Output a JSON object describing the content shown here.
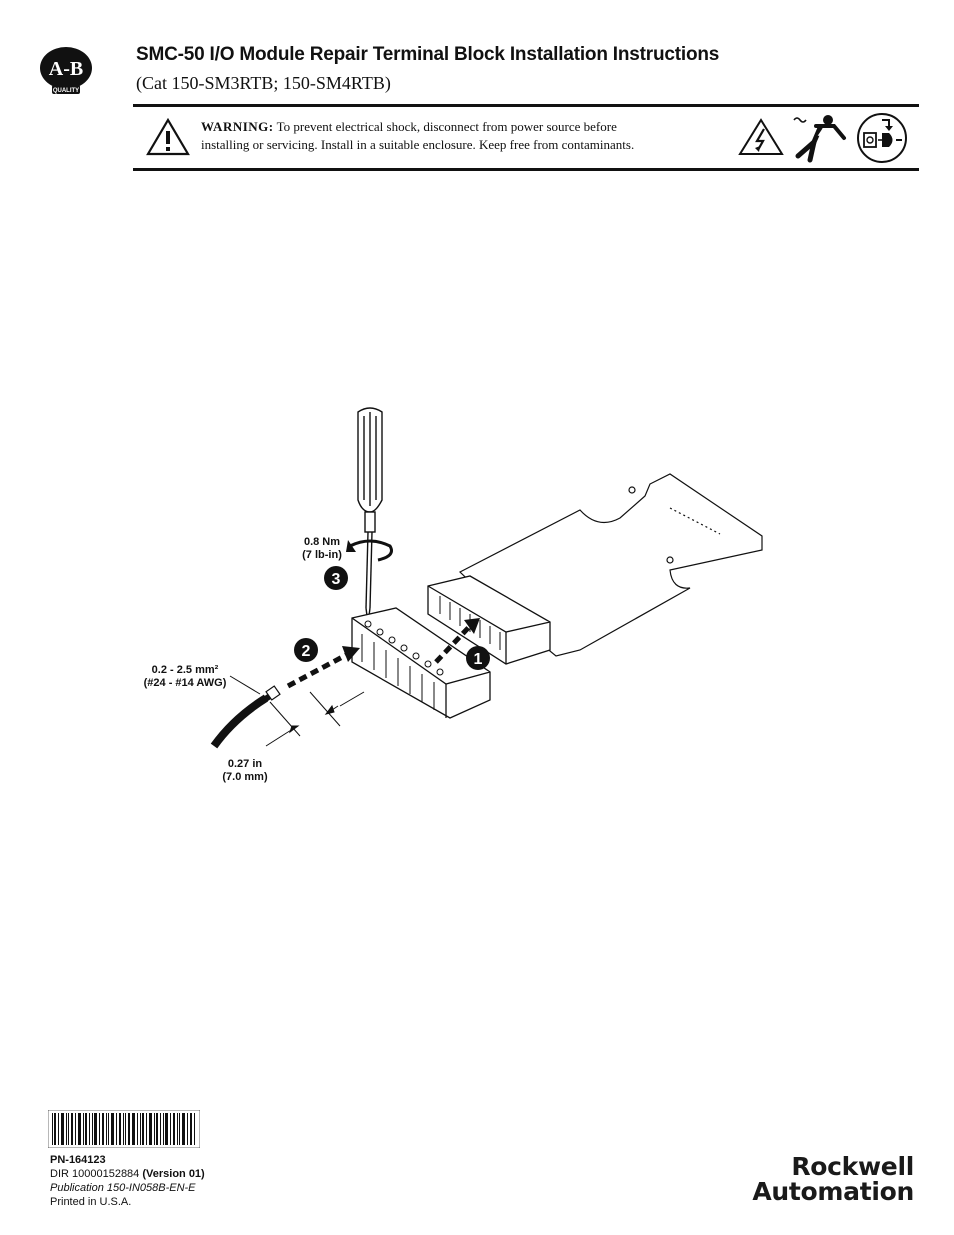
{
  "header": {
    "logo_text": "A-B",
    "logo_subtext": "QUALITY",
    "title": "SMC-50 I/O Module Repair Terminal Block Installation Instructions",
    "subtitle": "(Cat 150-SM3RTB; 150-SM4RTB)"
  },
  "warning": {
    "label": "WARNING:",
    "line1": "To prevent electrical shock, disconnect from power source before",
    "line2": "installing  or  servicing.  Install in a suitable enclosure.  Keep free from contaminants.",
    "icons": [
      "caution-triangle-icon",
      "high-voltage-icon",
      "electric-shock-person-icon",
      "disconnect-plug-icon"
    ]
  },
  "diagram": {
    "torque": "0.8 Nm",
    "torque_imperial": "(7 lb-in)",
    "wire_size": "0.2 - 2.5 mm²",
    "wire_size_awg": "(#24 - #14 AWG)",
    "strip_length": "0.27 in",
    "strip_length_metric": "(7.0 mm)",
    "steps": [
      "1",
      "2",
      "3"
    ]
  },
  "footer": {
    "pn": "PN-164123",
    "dir": "DIR 10000152884",
    "version": "(Version 01)",
    "publication": "Publication 150-IN058B-EN-E",
    "printed": "Printed in U.S.A.",
    "brand_line1": "Rockwell",
    "brand_line2": "Automation"
  }
}
